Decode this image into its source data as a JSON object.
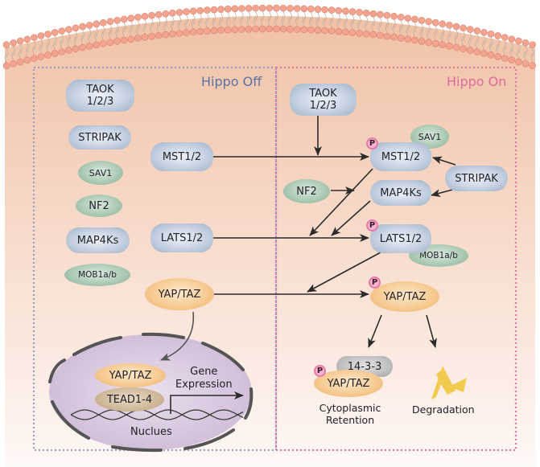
{
  "colors": {
    "cell_top": "#f1c3a8",
    "cell_bottom": "#fdf6f2",
    "membrane_head": "#f3a48e",
    "hippo_off_border": "#9a9ec4",
    "hippo_on_border": "#e27aa7",
    "arrow": "#2b2b2b",
    "nucleus": "#dccbdf",
    "degradation": "#f1cb4e"
  },
  "hippo_off": {
    "title": "Hippo Off",
    "inactive_list": [
      {
        "label": "TAOK\n1/2/3",
        "kind": "kinase"
      },
      {
        "label": "STRIPAK",
        "kind": "kinase"
      },
      {
        "label": "SAV1",
        "kind": "adaptor"
      },
      {
        "label": "NF2",
        "kind": "adaptor"
      },
      {
        "label": "MAP4Ks",
        "kind": "kinase"
      },
      {
        "label": "MOB1a/b",
        "kind": "adaptor"
      }
    ],
    "mst": "MST1/2",
    "lats": "LATS1/2",
    "yap": "YAP/TAZ",
    "nucleus": {
      "yap": "YAP/TAZ",
      "tead": "TEAD1-4",
      "gene_expression": "Gene\nExpression",
      "label": "Nuclues"
    }
  },
  "hippo_on": {
    "title": "Hippo On",
    "taok": "TAOK\n1/2/3",
    "mst": "MST1/2",
    "sav1": "SAV1",
    "stripak": "STRIPAK",
    "nf2": "NF2",
    "map4ks": "MAP4Ks",
    "lats": "LATS1/2",
    "mob1": "MOB1a/b",
    "yap": "YAP/TAZ",
    "phospho_badge": "P",
    "retention": {
      "protein": "14-3-3",
      "yap": "YAP/TAZ",
      "label": "Cytoplasmic\nRetention"
    },
    "degradation": "Degradation"
  }
}
